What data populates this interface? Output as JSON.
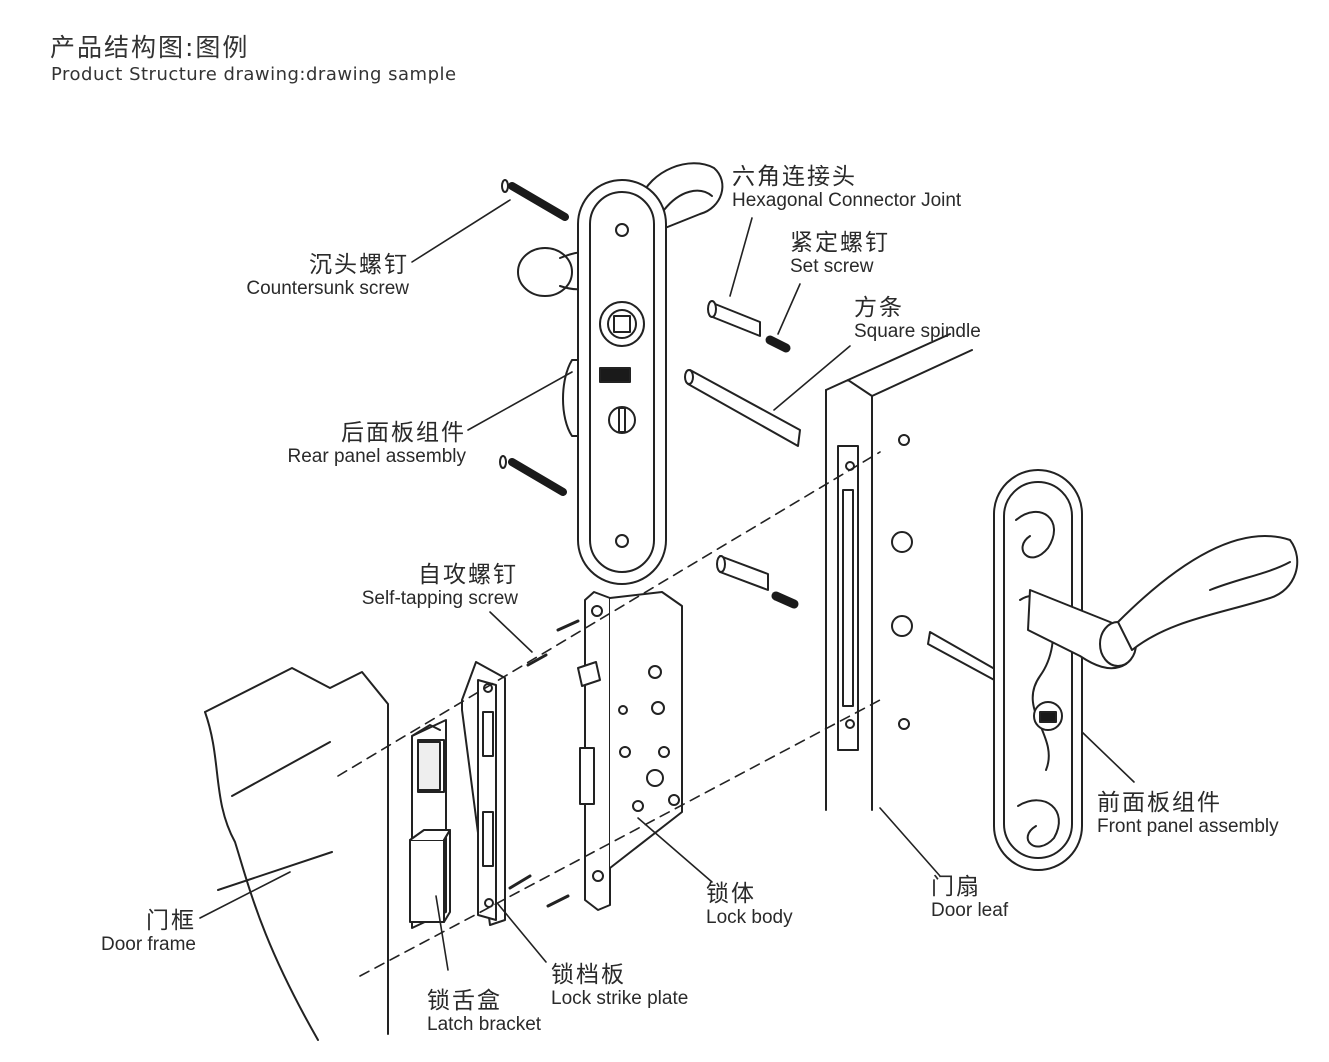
{
  "header": {
    "title": "产品结构图:图例",
    "subtitle": "Product Structure drawing:drawing sample"
  },
  "callouts": {
    "hex_joint": {
      "zh": "六角连接头",
      "en": "Hexagonal Connector Joint"
    },
    "set_screw": {
      "zh": "紧定螺钉",
      "en": "Set screw"
    },
    "square_spindle": {
      "zh": "方条",
      "en": "Square spindle"
    },
    "countersunk": {
      "zh": "沉头螺钉",
      "en": "Countersunk screw"
    },
    "rear_panel": {
      "zh": "后面板组件",
      "en": "Rear panel assembly"
    },
    "self_tapping": {
      "zh": "自攻螺钉",
      "en": "Self-tapping screw"
    },
    "front_panel": {
      "zh": "前面板组件",
      "en": "Front panel assembly"
    },
    "door_leaf": {
      "zh": "门扇",
      "en": "Door leaf"
    },
    "lock_body": {
      "zh": "锁体",
      "en": "Lock body"
    },
    "door_frame": {
      "zh": "门框",
      "en": "Door frame"
    },
    "strike_plate": {
      "zh": "锁档板",
      "en": "Lock strike plate"
    },
    "latch_bracket": {
      "zh": "锁舌盒",
      "en": "Latch bracket"
    }
  },
  "colors": {
    "line": "#222222",
    "dark": "#1a1a1a",
    "background": "#ffffff"
  }
}
